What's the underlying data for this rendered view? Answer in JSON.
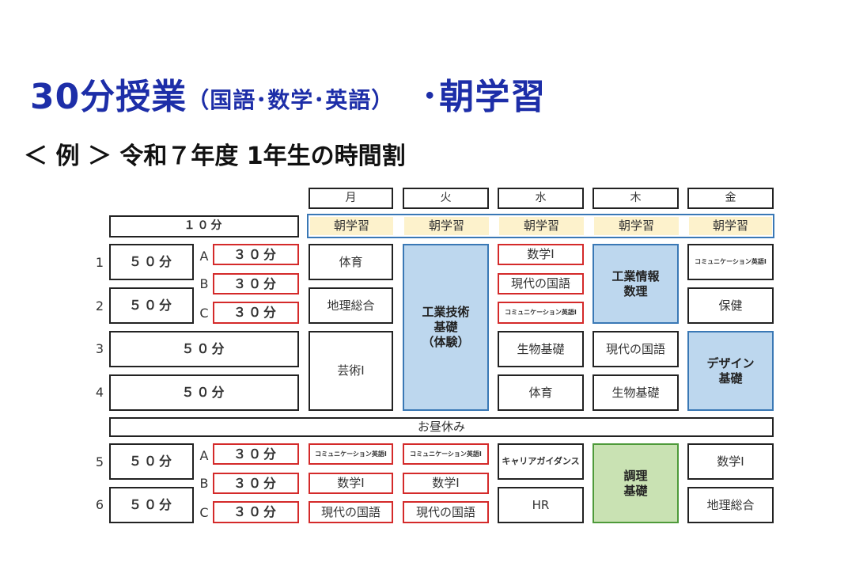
{
  "heading": {
    "main": "30分授業",
    "paren": "（国語･数学･英語）",
    "asa": "･朝学習"
  },
  "subtitle": "＜ 例 ＞ 令和７年度 1年生の時間割",
  "days": [
    "月",
    "火",
    "水",
    "木",
    "金"
  ],
  "morning": {
    "ten_label": "１０分",
    "label": "朝学習"
  },
  "periods": [
    "1",
    "2",
    "3",
    "4",
    "5",
    "6"
  ],
  "letters": [
    "A",
    "B",
    "C",
    "A",
    "B",
    "C"
  ],
  "slots": {
    "fifty": "５０分",
    "thirty": "３０分"
  },
  "lunch": "お昼休み",
  "mon": {
    "p1": "体育",
    "p2": "地理総合",
    "p34": "芸術Ⅰ",
    "p5a": "コミュニケーション英語Ⅰ",
    "p5b": "数学Ⅰ",
    "p5c": "現代の国語"
  },
  "tue": {
    "am": "工業技術\n基礎\n（体験）",
    "p5a": "コミュニケーション英語Ⅰ",
    "p5b": "数学Ⅰ",
    "p5c": "現代の国語"
  },
  "wed": {
    "a": "数学Ⅰ",
    "b": "現代の国語",
    "c": "コミュニケーション英語Ⅰ",
    "p3": "生物基礎",
    "p4": "体育",
    "p5": "キャリアガイダンス",
    "p6": "HR"
  },
  "thu": {
    "p12": "工業情報\n数理",
    "p3": "現代の国語",
    "p4": "生物基礎",
    "p56": "調理\n基礎"
  },
  "fri": {
    "p1": "コミュニケーション英語Ⅰ",
    "p2": "保健",
    "p34": "デザイン\n基礎",
    "p5": "数学Ⅰ",
    "p6": "地理総合"
  }
}
